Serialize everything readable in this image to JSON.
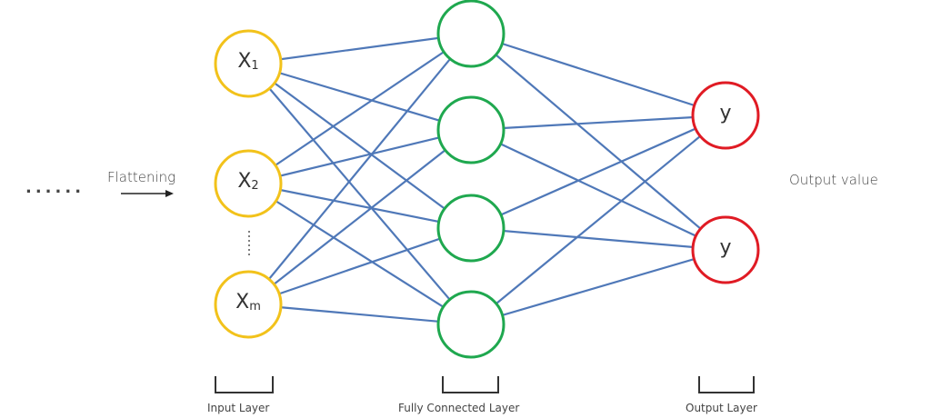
{
  "left_ellipsis": "......",
  "flatten_label": "Flattening",
  "output_value_label": "Output value",
  "colors": {
    "input": "#f2c21b",
    "hidden": "#1fa84f",
    "output": "#e01b24",
    "edge": "#4f78b8"
  },
  "input_nodes": [
    {
      "base": "X",
      "sub": "1"
    },
    {
      "base": "X",
      "sub": "2"
    },
    {
      "base": "X",
      "sub": "m"
    }
  ],
  "hidden_node_count": 4,
  "output_nodes": [
    {
      "label": "y"
    },
    {
      "label": "y"
    }
  ],
  "layer_labels": {
    "input": "Input Layer",
    "hidden": "Fully Connected Layer",
    "output": "Output Layer"
  }
}
